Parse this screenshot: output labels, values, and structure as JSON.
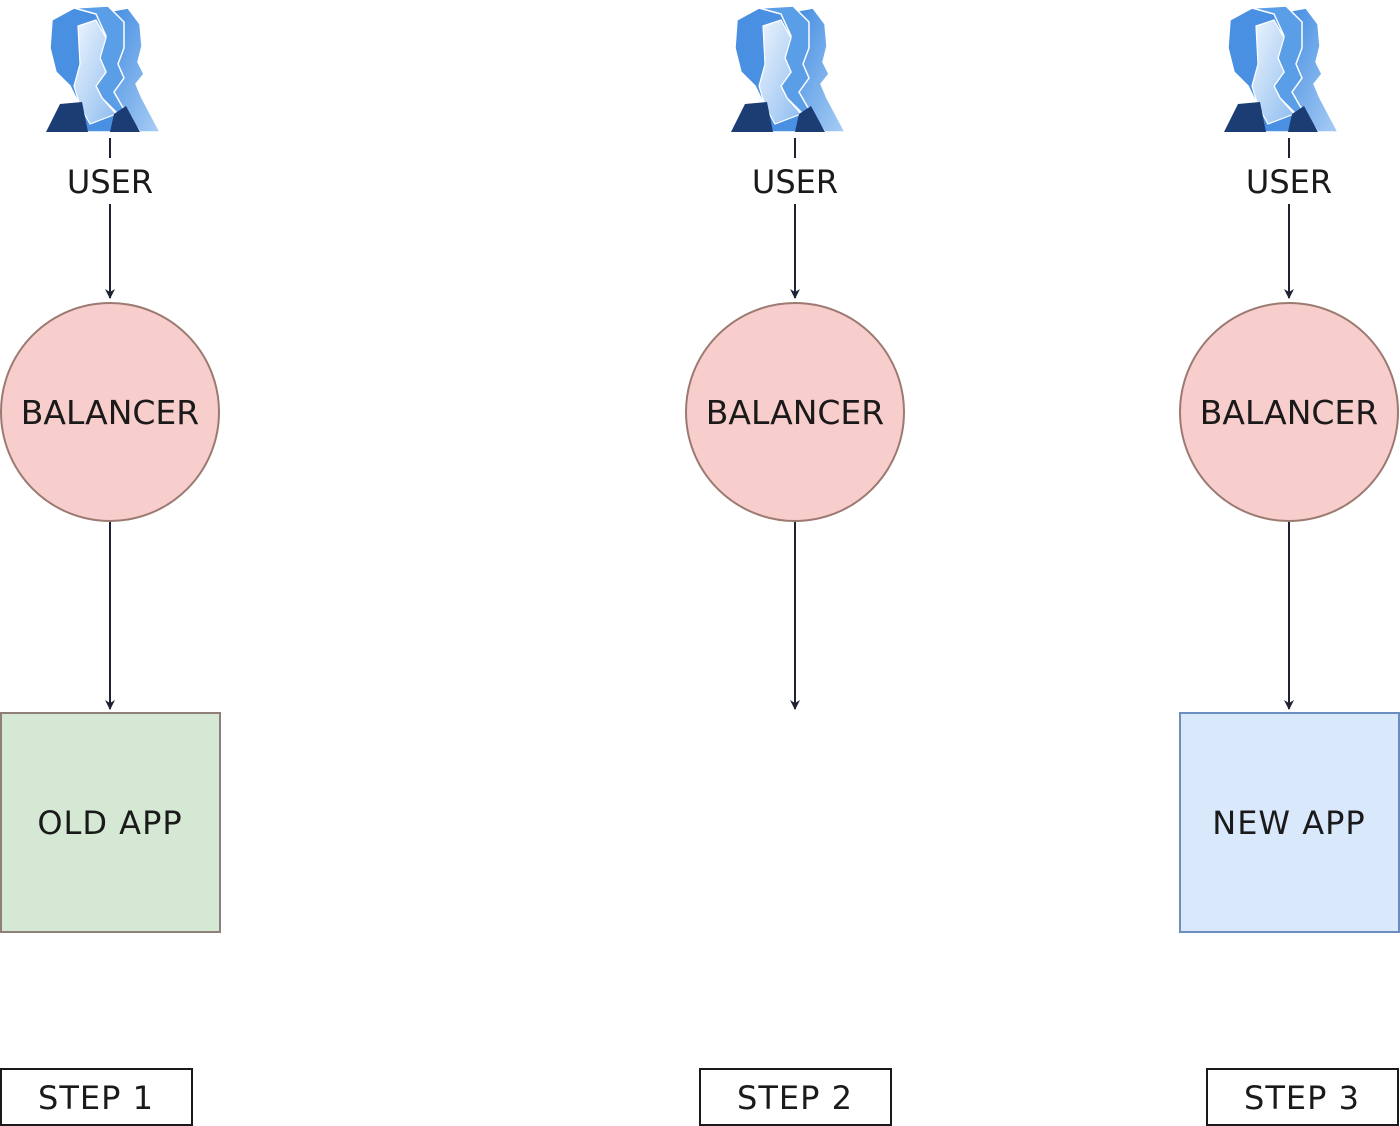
{
  "columns": [
    {
      "user_label": "USER",
      "balancer_label": "BALANCER",
      "app_label": "OLD APP",
      "step_label": "STEP 1"
    },
    {
      "user_label": "USER",
      "balancer_label": "BALANCER",
      "app_label": "",
      "step_label": "STEP 2"
    },
    {
      "user_label": "USER",
      "balancer_label": "BALANCER",
      "app_label": "NEW APP",
      "step_label": "STEP 3"
    }
  ],
  "colors": {
    "balancer_fill": "#f8cecc",
    "balancer_stroke": "#9c7a72",
    "old_app_fill": "#d5e8d4",
    "old_app_stroke": "#8f7f79",
    "new_app_fill": "#dae8fc",
    "new_app_stroke": "#6c8ebf",
    "arrow": "#1f2233",
    "user_icon_light": "#c8def8",
    "user_icon_mid": "#5b9ee8",
    "user_icon_dark": "#1b3d73"
  },
  "icons": {
    "user": "users-group-icon"
  }
}
